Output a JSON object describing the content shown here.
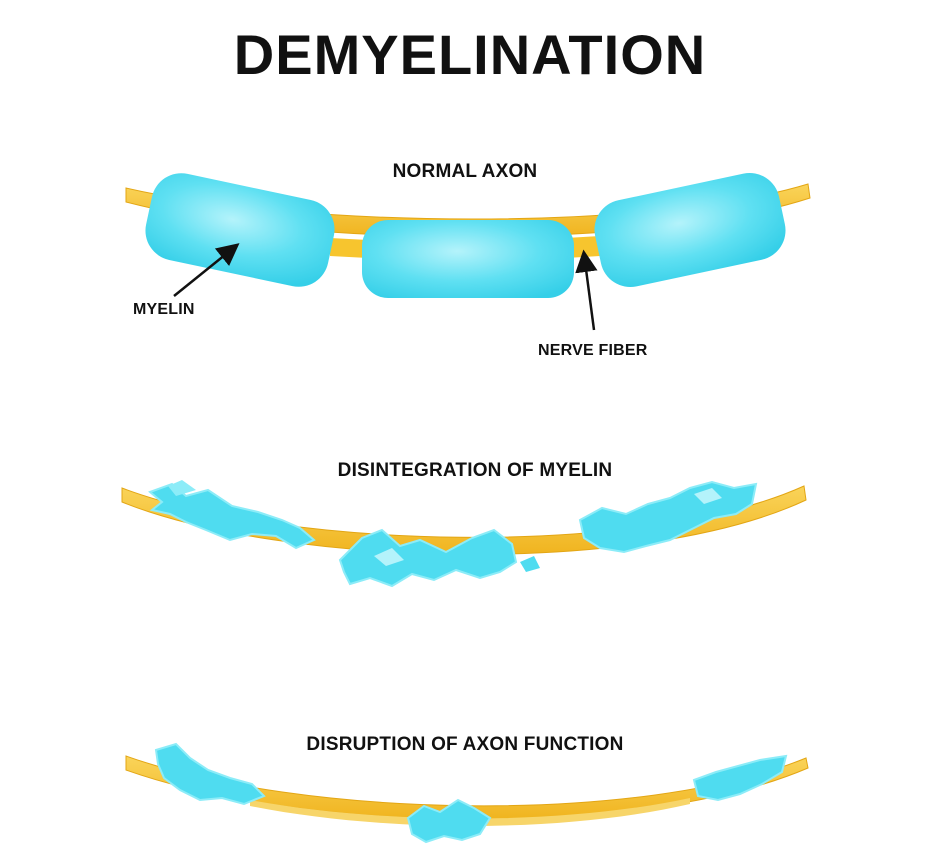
{
  "title": "DEMYELINATION",
  "sections": {
    "normal": "NORMAL AXON",
    "disintegration": "DISINTEGRATION OF MYELIN",
    "disruption": "DISRUPTION OF AXON FUNCTION"
  },
  "labels": {
    "myelin": "MYELIN",
    "nerve_fiber": "NERVE FIBER"
  },
  "colors": {
    "myelin": "#4fdcf0",
    "myelin_light": "#8cecf8",
    "nerve_fiber": "#f7c52e",
    "nerve_fiber_dark": "#e9a91a",
    "text": "#111111"
  }
}
